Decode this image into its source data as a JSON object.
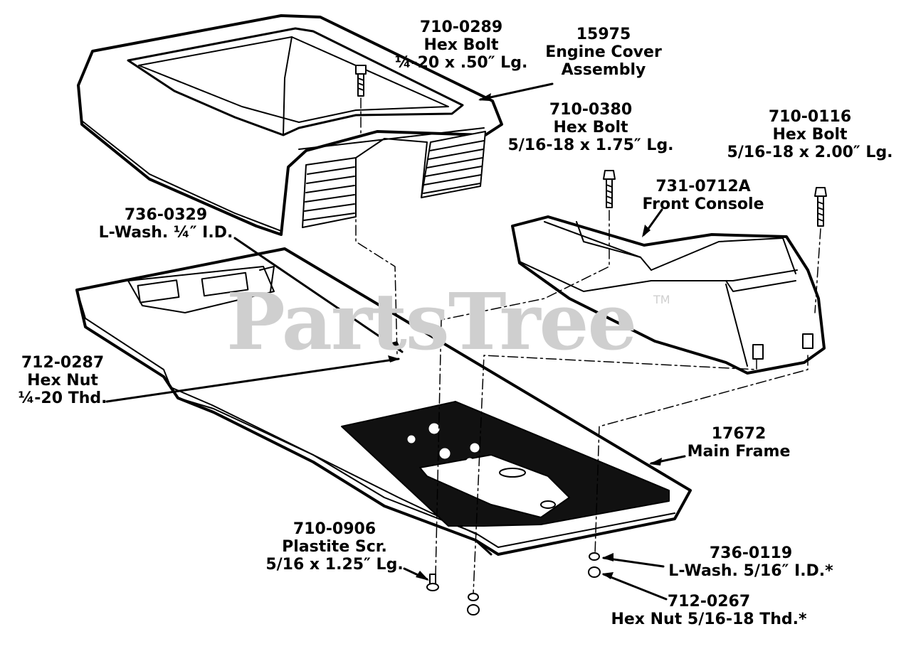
{
  "watermark": {
    "text": "PartsTree",
    "tm": "TM"
  },
  "callouts": [
    {
      "id": "engine-cover-bolt",
      "part_no": "710-0289",
      "name": "Hex Bolt",
      "spec": "¼-20 x .50″ Lg."
    },
    {
      "id": "engine-cover",
      "part_no": "15975",
      "name": "Engine Cover",
      "spec": "Assembly"
    },
    {
      "id": "console-bolt-short",
      "part_no": "710-0380",
      "name": "Hex Bolt",
      "spec": "5/16-18 x 1.75″ Lg."
    },
    {
      "id": "console-bolt-long",
      "part_no": "710-0116",
      "name": "Hex Bolt",
      "spec": "5/16-18 x 2.00″ Lg."
    },
    {
      "id": "front-console",
      "part_no": "731-0712A",
      "name": "Front Console",
      "spec": ""
    },
    {
      "id": "lock-washer-quarter",
      "part_no": "736-0329",
      "name": "L-Wash. ¼″ I.D.",
      "spec": ""
    },
    {
      "id": "hex-nut-quarter",
      "part_no": "712-0287",
      "name": "Hex Nut",
      "spec": "¼-20 Thd."
    },
    {
      "id": "main-frame",
      "part_no": "17672",
      "name": "Main Frame",
      "spec": ""
    },
    {
      "id": "plastite-screw",
      "part_no": "710-0906",
      "name": "Plastite Scr.",
      "spec": "5/16 x 1.25″ Lg."
    },
    {
      "id": "lock-washer-5-16",
      "part_no": "736-0119",
      "name": "L-Wash. 5/16″ I.D.*",
      "spec": ""
    },
    {
      "id": "hex-nut-5-16",
      "part_no": "712-0267",
      "name": "Hex Nut 5/16-18 Thd.*",
      "spec": ""
    }
  ]
}
